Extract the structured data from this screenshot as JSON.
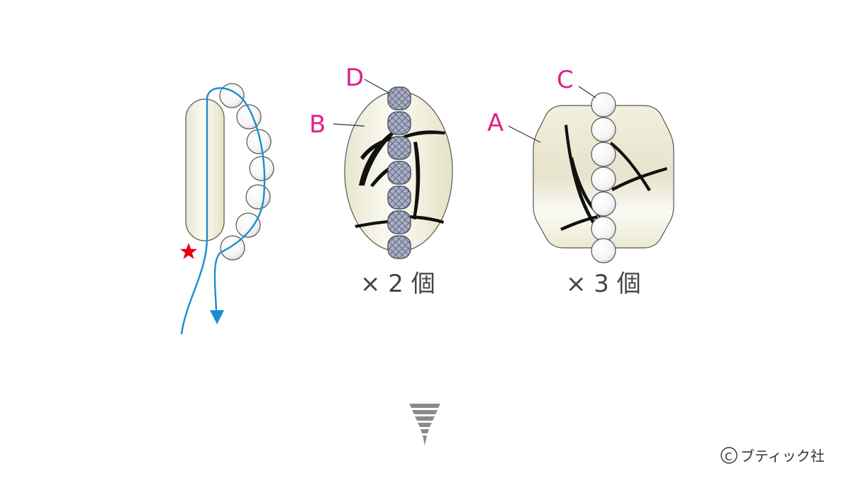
{
  "labels": {
    "a": "A",
    "b": "B",
    "c": "C",
    "d": "D"
  },
  "counts": {
    "middle": "× 2 個",
    "right": "× 3 個"
  },
  "copyright": "ブティック社",
  "copyright_symbol": "©",
  "colors": {
    "thread": "#1a8ed0",
    "label": "#e0218a",
    "star": "#e60012",
    "bead_d": "#a9aec8",
    "arrow_grey": "#8a8a8a"
  },
  "icons": [
    "star-icon",
    "arrow-down-icon",
    "down-step-icon"
  ]
}
